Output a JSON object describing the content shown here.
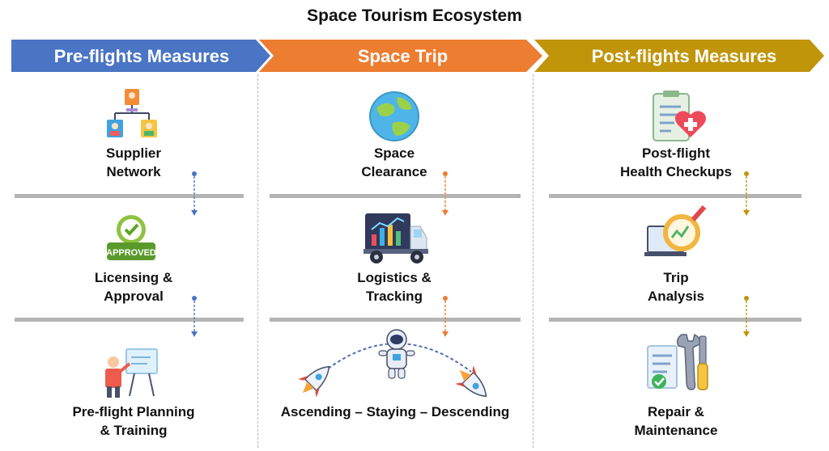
{
  "title": "Space Tourism Ecosystem",
  "colors": {
    "pre": "#4a74c4",
    "trip": "#ed7d31",
    "post": "#c1950a",
    "bar": "#b4b4b4"
  },
  "phases": [
    {
      "name": "Pre-flights Measures",
      "steps": [
        {
          "line1": "Supplier",
          "line2": "Network",
          "icon": "network-icon"
        },
        {
          "line1": "Licensing &",
          "line2": "Approval",
          "icon": "approved-badge-icon",
          "badge": "APPROVED"
        },
        {
          "line1": "Pre-flight Planning",
          "line2": "& Training",
          "icon": "presentation-icon"
        }
      ]
    },
    {
      "name": "Space Trip",
      "steps": [
        {
          "line1": "Space",
          "line2": "Clearance",
          "icon": "globe-icon"
        },
        {
          "line1": "Logistics &",
          "line2": "Tracking",
          "icon": "truck-chart-icon"
        },
        {
          "line1": "Ascending – Staying – Descending",
          "line2": "",
          "icon": "rocket-astronaut-icon"
        }
      ]
    },
    {
      "name": "Post-flights Measures",
      "steps": [
        {
          "line1": "Post-flight",
          "line2": "Health Checkups",
          "icon": "health-clipboard-icon"
        },
        {
          "line1": "Trip",
          "line2": "Analysis",
          "icon": "analysis-icon"
        },
        {
          "line1": "Repair &",
          "line2": "Maintenance",
          "icon": "repair-tools-icon"
        }
      ]
    }
  ]
}
